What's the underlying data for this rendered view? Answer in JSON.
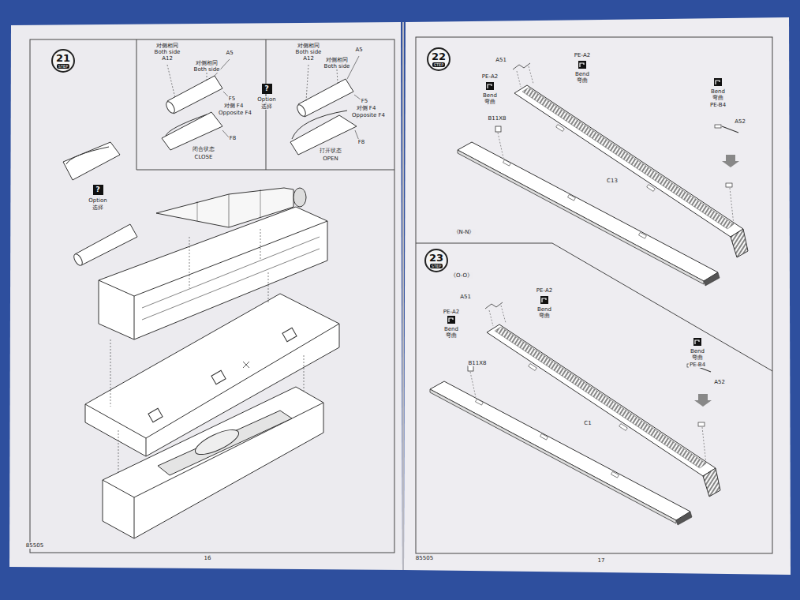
{
  "diagram": {
    "nodes": [
      {
        "text": [
          "21",
          "STEP"
        ]
      },
      {
        "text": [
          "?"
        ]
      },
      {
        "text": [
          "?"
        ]
      },
      {
        "text": [
          "22",
          "STEP"
        ]
      },
      {
        "text": [
          "23",
          "STEP"
        ]
      }
    ],
    "labels": [
      "对侧相同",
      "Both side",
      "A12",
      "A5",
      "对侧相同",
      "Both side",
      "F5",
      "对侧 F4",
      "Opposite F4",
      "F8",
      "闭合状态",
      "CLOSE",
      "Option",
      "选择",
      "对侧相同",
      "Both side",
      "A12",
      "A5",
      "对侧相同",
      "Both side",
      "F5",
      "对侧 F4",
      "Opposite F4",
      "F8",
      "打开状态",
      "OPEN",
      "Option",
      "选择",
      "85505",
      "16",
      "A51",
      "PE-A2",
      "Bend",
      "弯曲",
      "PE-A2",
      "Bend",
      "弯曲",
      "B11X8",
      "Bend",
      "弯曲",
      "PE-B4",
      "A52",
      "C13",
      "《N-N》",
      "《O-O》",
      "A51",
      "PE-A2",
      "Bend",
      "弯曲",
      "PE-A2",
      "Bend",
      "弯曲",
      "B11X8",
      "Bend",
      "弯曲",
      "PE-B4",
      "A52",
      "C1",
      "85505",
      "17"
    ]
  }
}
